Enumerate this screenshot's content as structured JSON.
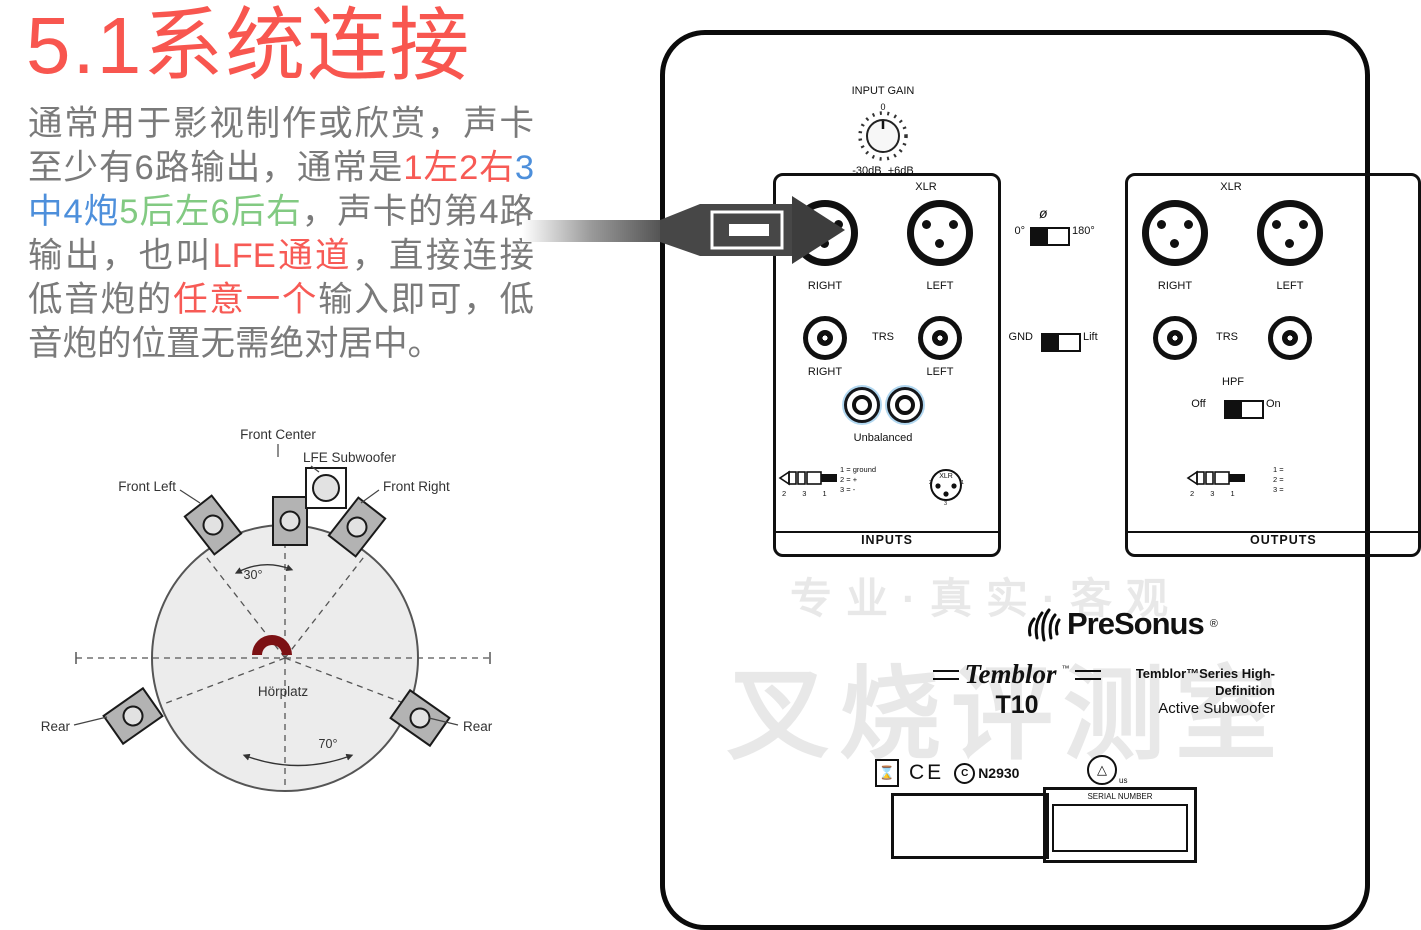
{
  "title": "5.1系统连接",
  "paragraph": {
    "segments": [
      "通常用于影视制作或欣赏，声卡至少有6路输出，通常是",
      "1左2右",
      "3中4炮",
      "5后左6后右",
      "，声卡的第4路输出，也叫",
      "LFE通道",
      "，直接连接低音炮的",
      "任意一个",
      "输入即可，低音炮的位置无需绝对居中。"
    ]
  },
  "colors": {
    "title_red": "#f8564f",
    "accent_red": "#f75a55",
    "accent_blue": "#4d8fdb",
    "accent_green": "#82ca82",
    "body_gray": "#7a7a7a",
    "seat_red": "#7c1114"
  },
  "diagram": {
    "front_center": "Front Center",
    "lfe_subwoofer": "LFE Subwoofer",
    "front_left": "Front Left",
    "front_right": "Front Right",
    "rear_left": "Rear",
    "rear_right": "Rear",
    "listening_position": "Hörplatz",
    "front_angle": "30°",
    "rear_angle": "70°"
  },
  "panel": {
    "input_gain": {
      "label": "INPUT GAIN",
      "zero": "0",
      "range": "-30dB  +6dB"
    },
    "inputs": {
      "xlr": "XLR",
      "right": "RIGHT",
      "left": "LEFT",
      "trs": "TRS",
      "right2": "RIGHT",
      "left2": "LEFT",
      "unbalanced": "Unbalanced",
      "plug_pins": "2 3 1",
      "legend1": "1 = ground",
      "legend2": "2 = +",
      "legend3": "3 = -",
      "xlr_diag": "XLR",
      "xlr_pins": [
        "2",
        "1",
        "3"
      ],
      "section": "INPUTS"
    },
    "phase": {
      "symbol": "ø",
      "left": "0°",
      "right": "180°"
    },
    "ground": {
      "left": "GND",
      "right": "Lift"
    },
    "outputs": {
      "xlr": "XLR",
      "right": "RIGHT",
      "left": "LEFT",
      "trs": "TRS",
      "hpf": "HPF",
      "off": "Off",
      "on": "On",
      "plug_pins": "2 3 1",
      "pin_col": [
        "1 =",
        "2 =",
        "3 ="
      ],
      "section": "OUTPUTS"
    },
    "brand": {
      "name": "PreSonus",
      "reg": "®",
      "script": "Temblor",
      "tm": "™",
      "model": "T10",
      "series_line1": "Temblor™Series High-Definition",
      "series_line2": "Active Subwoofer"
    },
    "cert": {
      "hourglass": "⌛",
      "ce": "CE",
      "c": "C",
      "ctick": "N2930",
      "triangle": "△",
      "us": "us"
    },
    "serial": "SERIAL NUMBER"
  },
  "watermark": {
    "line1": "专业·真实·客观",
    "line2": "叉烧评测室"
  }
}
